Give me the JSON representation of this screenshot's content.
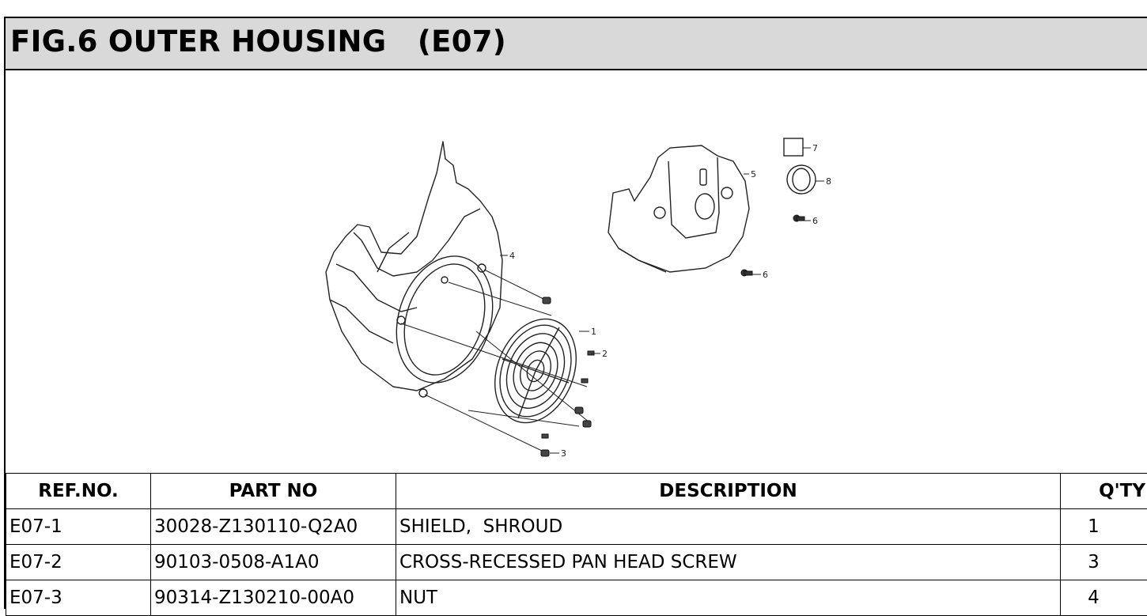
{
  "header": {
    "title": "FIG.6 OUTER HOUSING   (E07)"
  },
  "diagram": {
    "callouts": [
      "1",
      "2",
      "3",
      "4",
      "5",
      "6",
      "6",
      "7",
      "8"
    ]
  },
  "table": {
    "columns": [
      "REF.NO.",
      "PART NO",
      "DESCRIPTION",
      "Q'TY"
    ],
    "rows": [
      {
        "ref": "E07-1",
        "part_no": "30028-Z130110-Q2A0",
        "description": "SHIELD,  SHROUD",
        "qty": "1"
      },
      {
        "ref": "E07-2",
        "part_no": "90103-0508-A1A0",
        "description": "CROSS-RECESSED PAN HEAD SCREW",
        "qty": "3"
      },
      {
        "ref": "E07-3",
        "part_no": "90314-Z130210-00A0",
        "description": "NUT",
        "qty": "4"
      }
    ]
  }
}
